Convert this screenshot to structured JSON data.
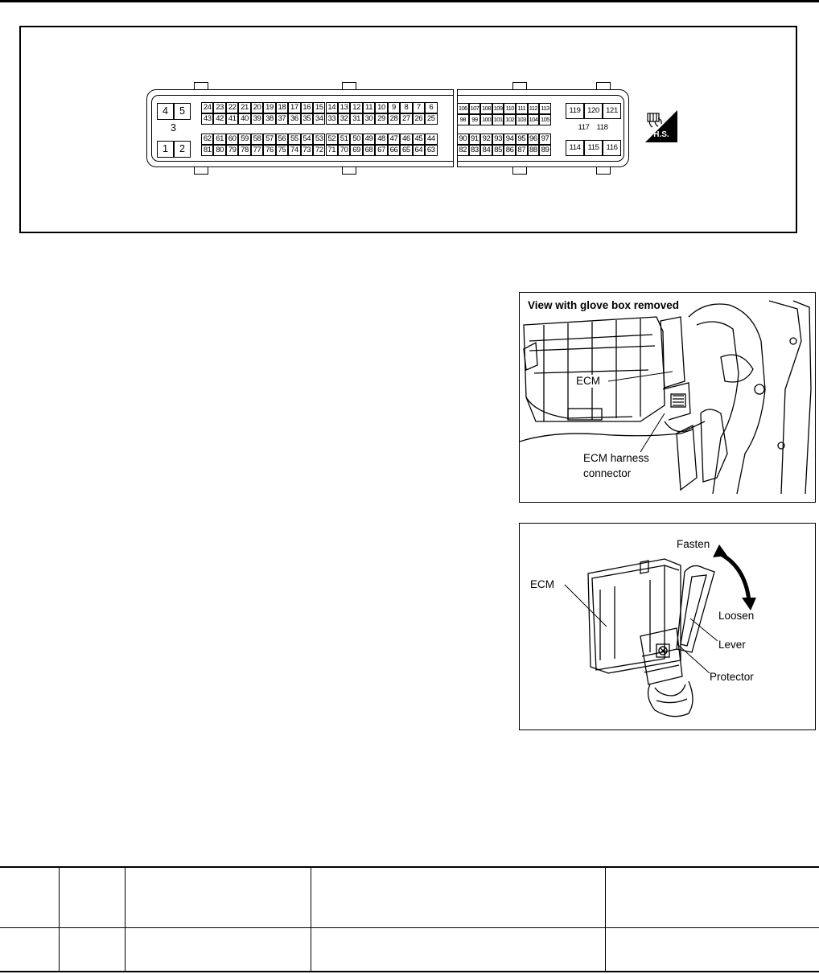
{
  "connector": {
    "left_pins": [
      "4",
      "5",
      "3",
      "1",
      "2"
    ],
    "row1": [
      "24",
      "23",
      "22",
      "21",
      "20",
      "19",
      "18",
      "17",
      "16",
      "15",
      "14",
      "13",
      "12",
      "11",
      "10",
      "9",
      "8",
      "7",
      "6"
    ],
    "row2": [
      "43",
      "42",
      "41",
      "40",
      "39",
      "38",
      "37",
      "36",
      "35",
      "34",
      "33",
      "32",
      "31",
      "30",
      "29",
      "28",
      "27",
      "26",
      "25"
    ],
    "row3": [
      "62",
      "61",
      "60",
      "59",
      "58",
      "57",
      "56",
      "55",
      "54",
      "53",
      "52",
      "51",
      "50",
      "49",
      "48",
      "47",
      "46",
      "45",
      "44"
    ],
    "row4": [
      "81",
      "80",
      "79",
      "78",
      "77",
      "76",
      "75",
      "74",
      "73",
      "72",
      "71",
      "70",
      "69",
      "68",
      "67",
      "66",
      "65",
      "64",
      "63"
    ],
    "row5": [
      "106",
      "107",
      "108",
      "109",
      "110",
      "111",
      "112",
      "113"
    ],
    "row6": [
      "98",
      "99",
      "100",
      "101",
      "102",
      "103",
      "104",
      "105"
    ],
    "row7": [
      "90",
      "91",
      "92",
      "93",
      "94",
      "95",
      "96",
      "97"
    ],
    "row8": [
      "82",
      "83",
      "84",
      "85",
      "86",
      "87",
      "88",
      "89"
    ],
    "right_top": [
      "119",
      "120",
      "121"
    ],
    "right_mid": [
      "117",
      "118"
    ],
    "right_bot": [
      "114",
      "115",
      "116"
    ],
    "hs_label": "H.S."
  },
  "figure1": {
    "title": "View with glove box removed",
    "ecm_label": "ECM",
    "harness_label_line1": "ECM harness",
    "harness_label_line2": "connector"
  },
  "figure2": {
    "fasten": "Fasten",
    "ecm": "ECM",
    "loosen": "Loosen",
    "lever": "Lever",
    "protector": "Protector"
  },
  "colors": {
    "line": "#000000",
    "background": "#ffffff"
  }
}
